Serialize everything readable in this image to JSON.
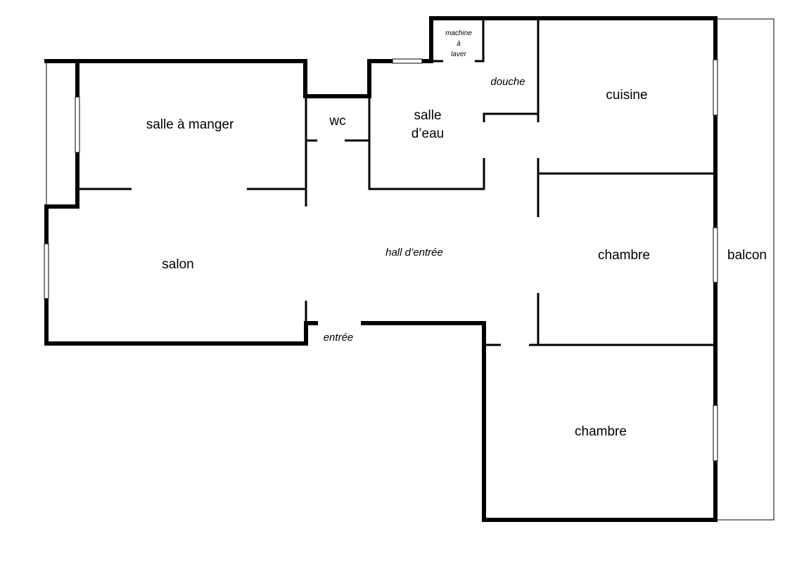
{
  "plan": {
    "rooms": {
      "salle_a_manger": "salle à manger",
      "salon": "salon",
      "wc": "wc",
      "salle_deau_1": "salle",
      "salle_deau_2": "d’eau",
      "machine_1": "machine",
      "machine_2": "à",
      "machine_3": "laver",
      "douche": "douche",
      "cuisine": "cuisine",
      "hall": "hall d’entrée",
      "entree": "entrée",
      "chambre_1": "chambre",
      "chambre_2": "chambre",
      "balcon": "balcon"
    }
  }
}
